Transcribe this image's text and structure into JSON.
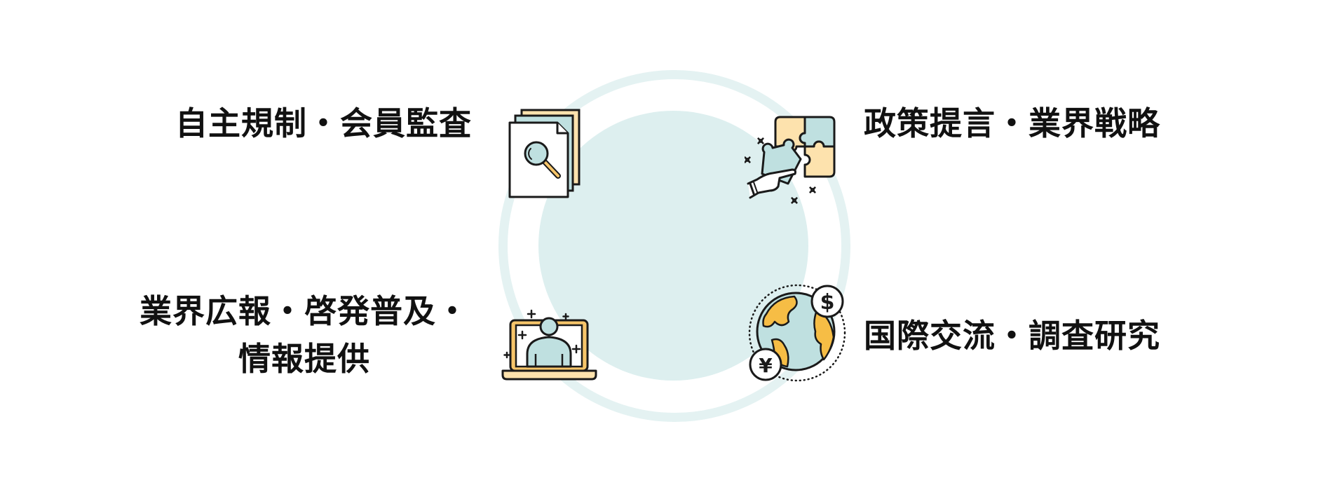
{
  "diagram": {
    "type": "radial-activity-diagram",
    "colors": {
      "circle_fill": "#ddefef",
      "ring": "#e4f2f2",
      "icon_teal": "#bfe0e0",
      "icon_yellow": "#fde2ad",
      "icon_gold": "#f6bd45",
      "outline": "#1a1a1a"
    },
    "items": [
      {
        "position": "top-left",
        "label": "自主規制・会員監査",
        "icon": "document-search-icon"
      },
      {
        "position": "top-right",
        "label": "政策提言・業界戦略",
        "icon": "puzzle-hand-icon"
      },
      {
        "position": "bottom-left",
        "label_line1": "業界広報・啓発普及・",
        "label_line2": "情報提供",
        "icon": "laptop-person-icon"
      },
      {
        "position": "bottom-right",
        "label": "国際交流・調査研究",
        "icon": "globe-currency-icon"
      }
    ],
    "currency_symbols": {
      "dollar": "$",
      "yen": "¥"
    }
  }
}
